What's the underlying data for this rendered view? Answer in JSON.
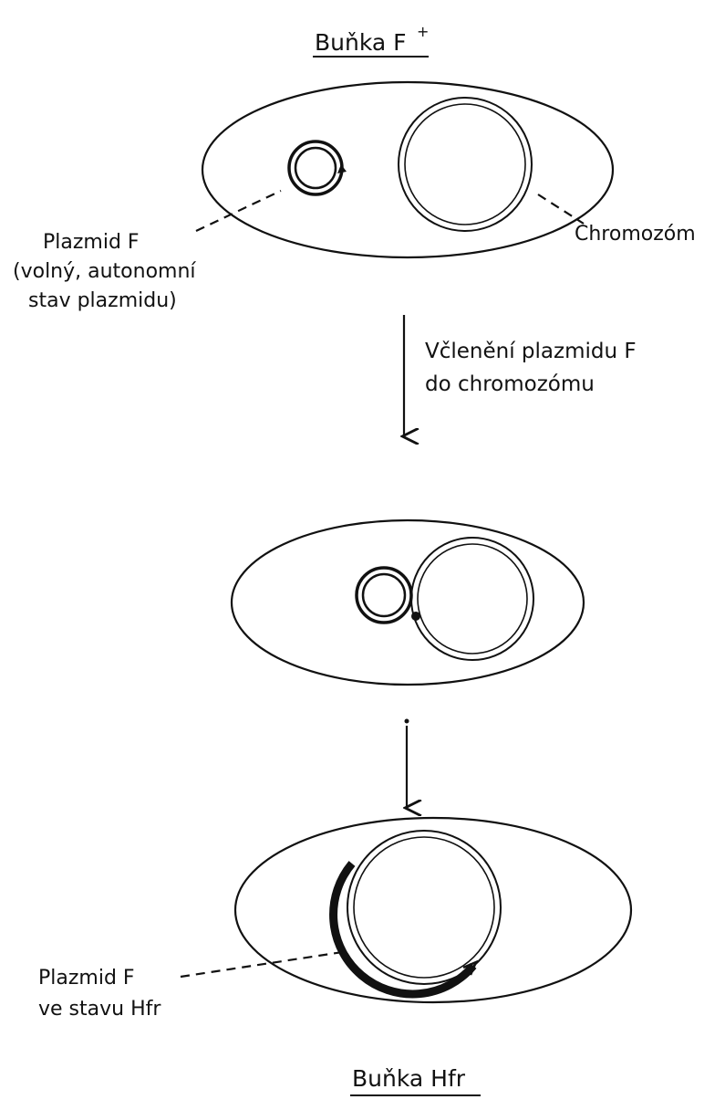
{
  "labels": {
    "top_title": "Buňka F",
    "top_title_sup": "+",
    "plasmid_free_line1": "Plazmid F",
    "plasmid_free_line2": "(volný, autonomní",
    "plasmid_free_line3": "stav plazmidu)",
    "chromosome": "Chromozóm",
    "step_line1": "Včlenění plazmidu F",
    "step_line2": "do chromozómu",
    "plasmid_hfr_line1": "Plazmid F",
    "plasmid_hfr_line2": "ve stavu Hfr",
    "bottom_title": "Buňka Hfr"
  },
  "colors": {
    "ink": "#111111",
    "paper": "#ffffff"
  }
}
